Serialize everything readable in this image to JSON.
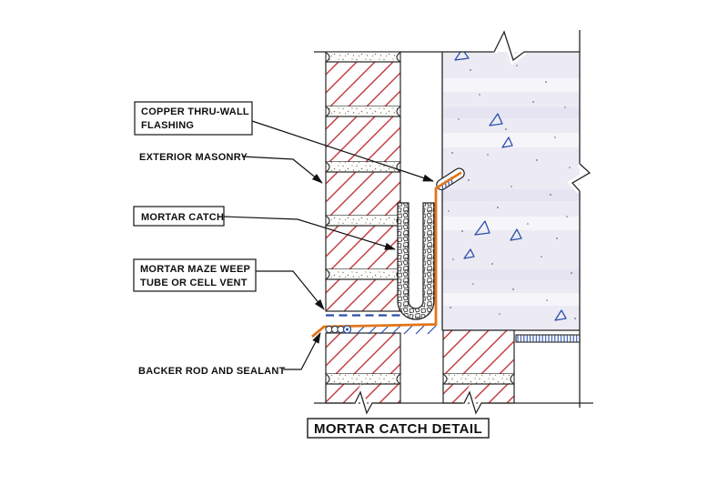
{
  "drawing": {
    "title": "MORTAR CATCH DETAIL",
    "labels": {
      "copper_flashing_1": "COPPER THRU-WALL",
      "copper_flashing_2": "FLASHING",
      "exterior_masonry": "EXTERIOR MASONRY",
      "mortar_catch": "MORTAR CATCH",
      "mortar_maze_1": "MORTAR MAZE WEEP",
      "mortar_maze_2": "TUBE OR CELL VENT",
      "backer_rod": "BACKER ROD AND SEALANT"
    }
  },
  "colors": {
    "brick_hatch": "#c23a3e",
    "copper_flashing": "#e2761b",
    "aggregate_blue": "#2b4faa",
    "drawing_line": "#262626",
    "concrete_fill": "#ecebf4",
    "paper": "#ffffff"
  }
}
